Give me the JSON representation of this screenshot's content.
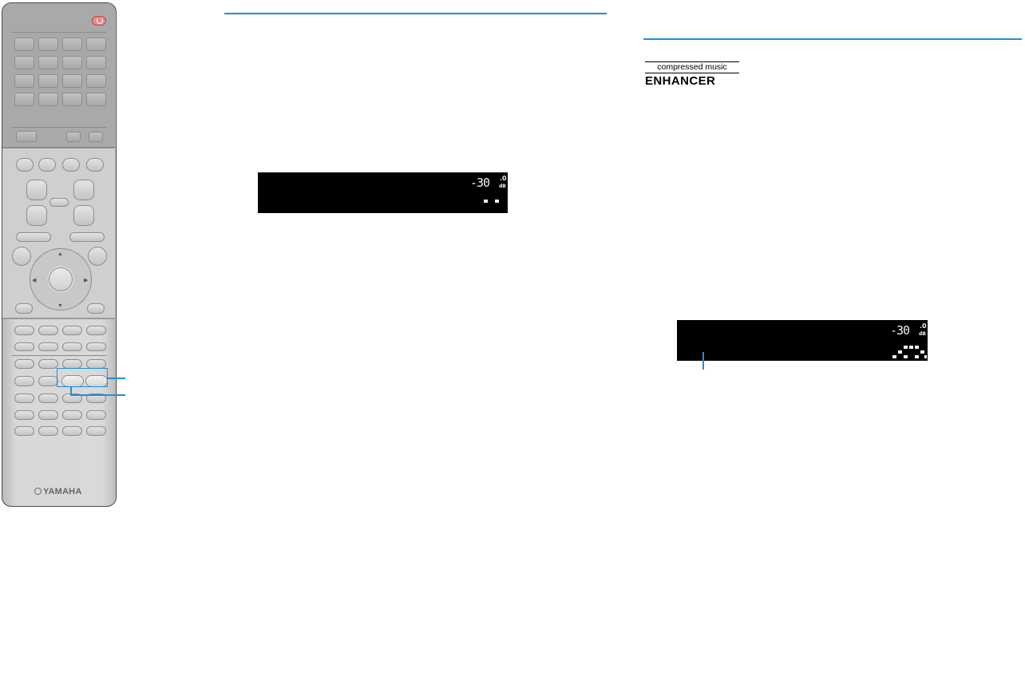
{
  "remote": {
    "brand": "YAMAHA",
    "power_color": "#e88c8c",
    "dpad_arrows": [
      "▲",
      "▼",
      "◀",
      "▶"
    ]
  },
  "display_1": {
    "volume": "-30",
    "volume_decimal": ".0",
    "unit": "dB",
    "indicator_dots": 2
  },
  "display_2": {
    "volume": "-30",
    "volume_decimal": ".0",
    "unit": "dB",
    "indicator_pattern": "enhancer-dots"
  },
  "logo": {
    "top_line": "compressed music",
    "bottom_line": "ENHANCER"
  },
  "colors": {
    "accent": "#1f8fd6",
    "display_bg": "#000000",
    "display_text": "#f2f2f2"
  }
}
